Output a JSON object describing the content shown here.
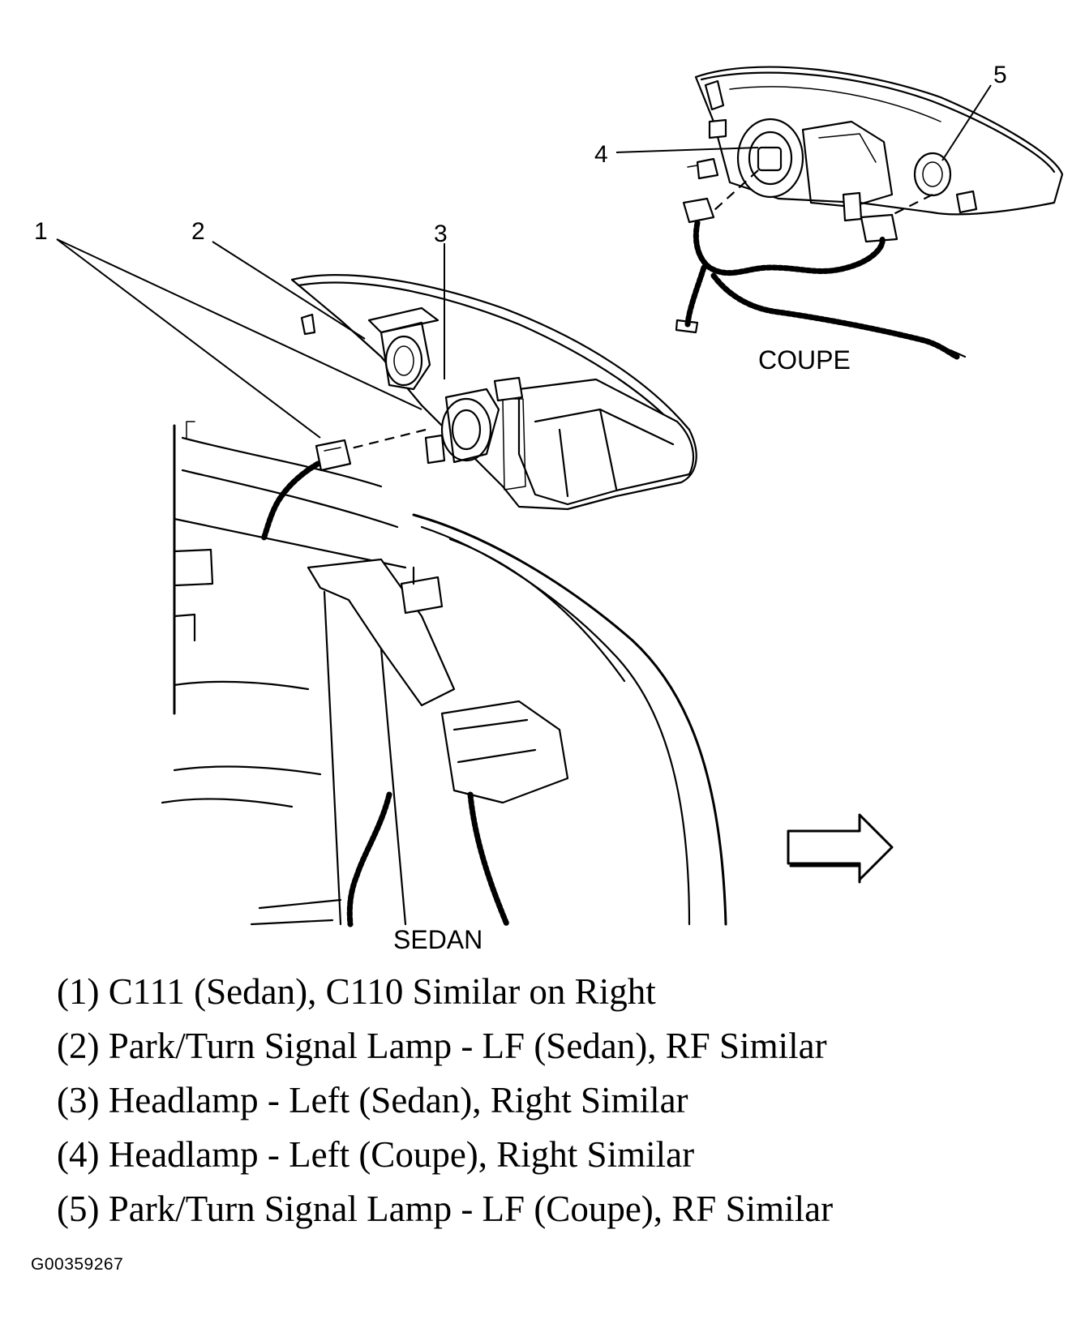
{
  "callouts": [
    {
      "number": "1"
    },
    {
      "number": "2"
    },
    {
      "number": "3"
    },
    {
      "number": "4"
    },
    {
      "number": "5"
    }
  ],
  "views": {
    "coupe_label": "COUPE",
    "sedan_label": "SEDAN"
  },
  "legend": [
    {
      "text": "(1) C111 (Sedan), C110 Similar on Right"
    },
    {
      "text": "(2) Park/Turn Signal Lamp - LF (Sedan), RF Similar"
    },
    {
      "text": "(3) Headlamp - Left (Sedan), Right Similar"
    },
    {
      "text": "(4) Headlamp - Left (Coupe), Right Similar"
    },
    {
      "text": "(5) Park/Turn Signal Lamp - LF (Coupe), RF Similar"
    }
  ],
  "figure_id": "G00359267",
  "icons": {
    "direction_arrow": "front-direction-arrow-icon"
  }
}
